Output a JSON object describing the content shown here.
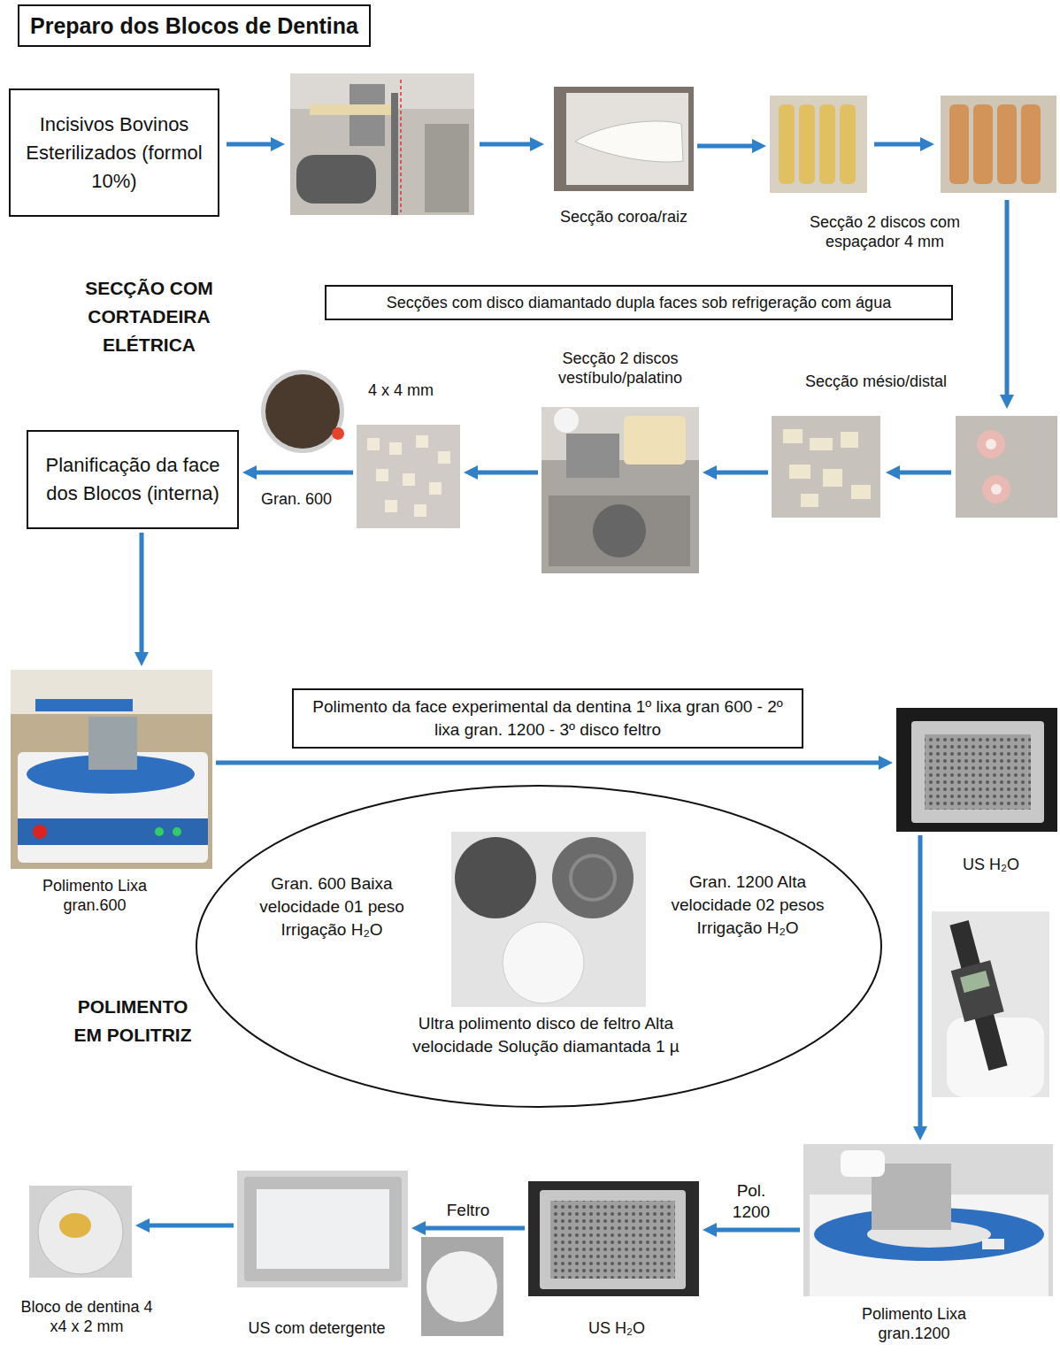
{
  "diagram": {
    "title": "Preparo dos Blocos de Dentina",
    "nodes": [
      {
        "text": [
          "Incisivos Bovinos Esterilizados (formol 10%)"
        ]
      },
      {
        "text": [
          "Secção coroa/raiz"
        ]
      },
      {
        "text": [
          "Secção 2 discos com espaçador 4 mm"
        ]
      },
      {
        "text": [
          "Secções com disco diamantado dupla faces sob refrigeração com água"
        ]
      },
      {
        "text": [
          "Secção mésio/distal"
        ]
      },
      {
        "text": [
          "Secção 2 discos vestíbulo/palatino"
        ]
      },
      {
        "text": [
          "4 x 4 mm"
        ]
      },
      {
        "text": [
          "Gran. 600"
        ]
      },
      {
        "text": [
          "Planificação da face dos Blocos (interna)"
        ]
      },
      {
        "text": [
          "Polimento Lixa gran.600"
        ]
      },
      {
        "text": [
          "Polimento da face experimental da dentina 1º lixa gran 600 - 2º lixa gran. 1200 - 3º disco feltro"
        ]
      },
      {
        "text": [
          "US H₂O"
        ]
      },
      {
        "text": [
          "Gran. 600 Baixa velocidade 01 peso Irrigação H₂O",
          "Gran. 1200 Alta velocidade 02 pesos Irrigação H₂O",
          "Ultra polimento disco de feltro Alta velocidade Solução diamantada 1 µ"
        ]
      },
      {
        "text": [
          "Polimento Lixa gran.1200"
        ]
      },
      {
        "text": [
          "US H₂O"
        ]
      },
      {
        "text": [
          "US com detergente"
        ]
      },
      {
        "text": [
          "Bloco de dentina 4 x4 x 2 mm"
        ]
      }
    ],
    "edges": [
      {
        "from": 1,
        "to": 2,
        "arrow": "to"
      },
      {
        "from": 4,
        "to": 5,
        "arrow": "to"
      },
      {
        "from": 5,
        "to": 6,
        "arrow": "to"
      },
      {
        "from": 6,
        "to": 8,
        "arrow": "to"
      },
      {
        "from": 8,
        "to": 9,
        "arrow": "to"
      },
      {
        "from": 9,
        "to": 11,
        "arrow": "to"
      },
      {
        "from": 11,
        "to": 13,
        "arrow": "to"
      },
      {
        "from": 13,
        "to": 14,
        "label": "Pol. 1200",
        "arrow": "to"
      },
      {
        "from": 14,
        "to": 15,
        "label": "Feltro",
        "arrow": "to"
      },
      {
        "from": 15,
        "to": 16,
        "arrow": "to"
      }
    ],
    "labels": [
      "SECÇÃO COM CORTADEIRA ELÉTRICA",
      "POLIMENTO EM POLITRIZ"
    ]
  }
}
